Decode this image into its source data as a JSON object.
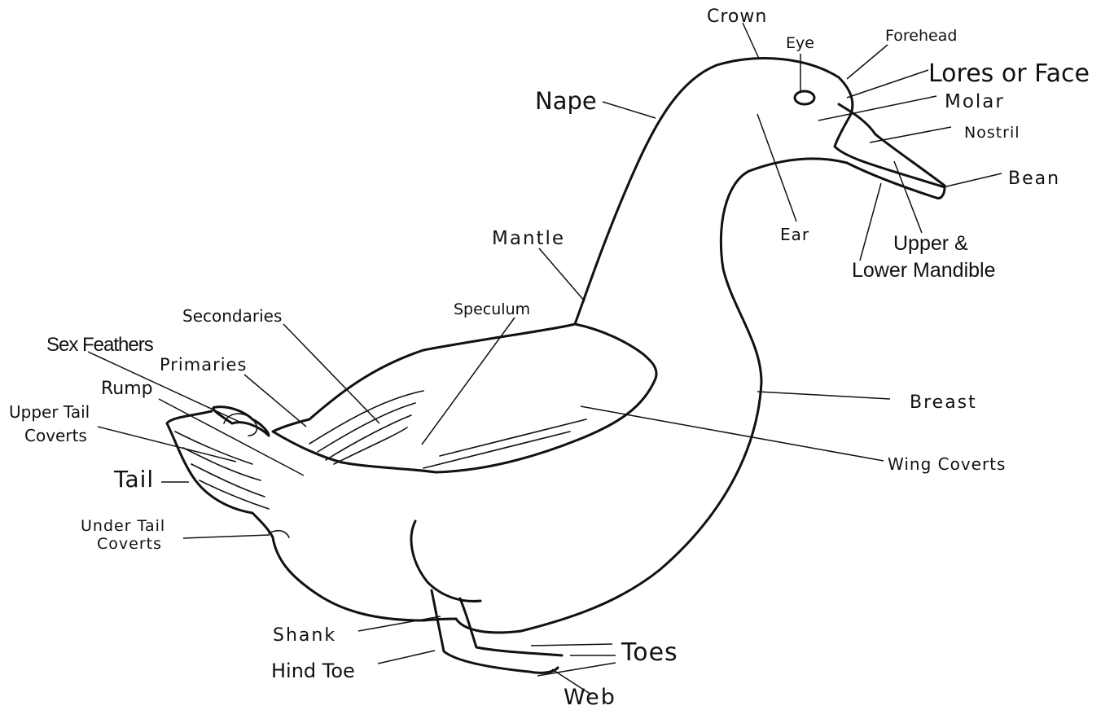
{
  "diagram": {
    "labels": {
      "crown": "Crown",
      "eye": "Eye",
      "forehead": "Forehead",
      "lores": "Lores or Face",
      "nape": "Nape",
      "molar": "Molar",
      "nostril": "Nostril",
      "bean": "Bean",
      "ear": "Ear",
      "mandible_1": "Upper &",
      "mandible_2": "Lower Mandible",
      "mantle": "Mantle",
      "speculum": "Speculum",
      "secondaries": "Secondaries",
      "sex_feathers": "Sex Feathers",
      "primaries": "Primaries",
      "rump": "Rump",
      "upper_tail_1": "Upper Tail",
      "upper_tail_2": "Coverts",
      "breast": "Breast",
      "tail": "Tail",
      "wing_coverts": "Wing Coverts",
      "under_tail_1": "Under Tail",
      "under_tail_2": "Coverts",
      "shank": "Shank",
      "hind_toe": "Hind Toe",
      "toes": "Toes",
      "web": "Web"
    }
  }
}
